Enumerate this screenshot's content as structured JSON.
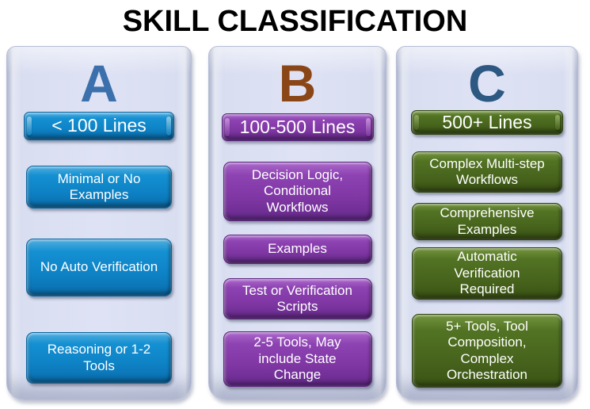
{
  "title": "SKILL CLASSIFICATION",
  "colors": {
    "panel_background": "#dee2f4",
    "column_a_accent": "#0e83c6",
    "column_b_accent": "#8037a4",
    "column_c_accent": "#48651d",
    "letter_a": "#3c70ac",
    "letter_b": "#8a4617",
    "letter_c": "#2c5881",
    "button_text": "#ffffff",
    "title_text": "#000000"
  },
  "columns": [
    {
      "letter": "A",
      "header": "< 100 Lines",
      "items": [
        "Minimal or No\nExamples",
        "No Auto Verification",
        "Reasoning or 1-2\nTools"
      ]
    },
    {
      "letter": "B",
      "header": "100-500 Lines",
      "items": [
        "Decision Logic,\nConditional\nWorkflows",
        "Examples",
        "Test or Verification\nScripts",
        "2-5 Tools, May\ninclude State\nChange"
      ]
    },
    {
      "letter": "C",
      "header": "500+ Lines",
      "items": [
        "Complex Multi-step\nWorkflows",
        "Comprehensive\nExamples",
        "Automatic\nVerification\nRequired",
        "5+ Tools, Tool\nComposition,\nComplex\nOrchestration"
      ]
    }
  ]
}
